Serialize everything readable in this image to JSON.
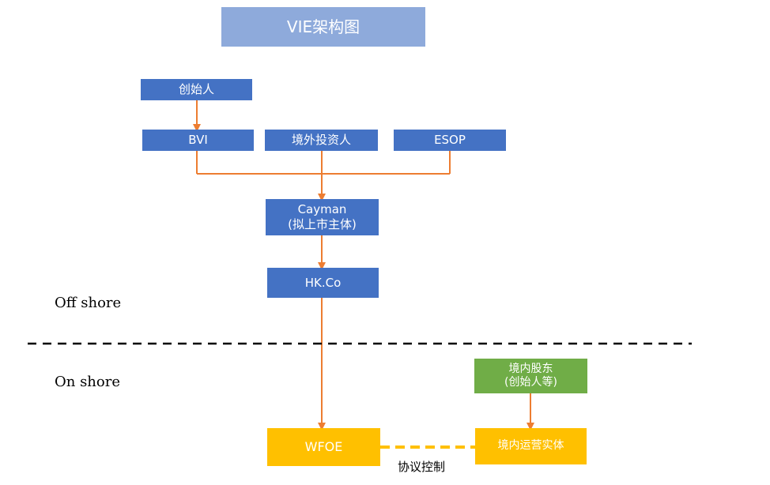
{
  "title": "VIE架构图",
  "nodes": {
    "founder": "创始人",
    "bvi": "BVI",
    "foreign_investor": "境外投资人",
    "esop": "ESOP",
    "cayman_line1": "Cayman",
    "cayman_line2": "(拟上市主体)",
    "hkco": "HK.Co",
    "domestic_shareholder_line1": "境内股东",
    "domestic_shareholder_line2": "(创始人等)",
    "wfoe": "WFOE",
    "domestic_operating_entity": "境内运营实体"
  },
  "regions": {
    "offshore": "Off shore",
    "onshore": "On shore"
  },
  "control_label": "协议控制",
  "colors": {
    "blue_box": "#4472c4",
    "title_box": "#8eaadb",
    "green_box": "#70ad47",
    "yellow_box": "#ffc000",
    "arrow": "#ed7d31",
    "divider": "#000000"
  }
}
